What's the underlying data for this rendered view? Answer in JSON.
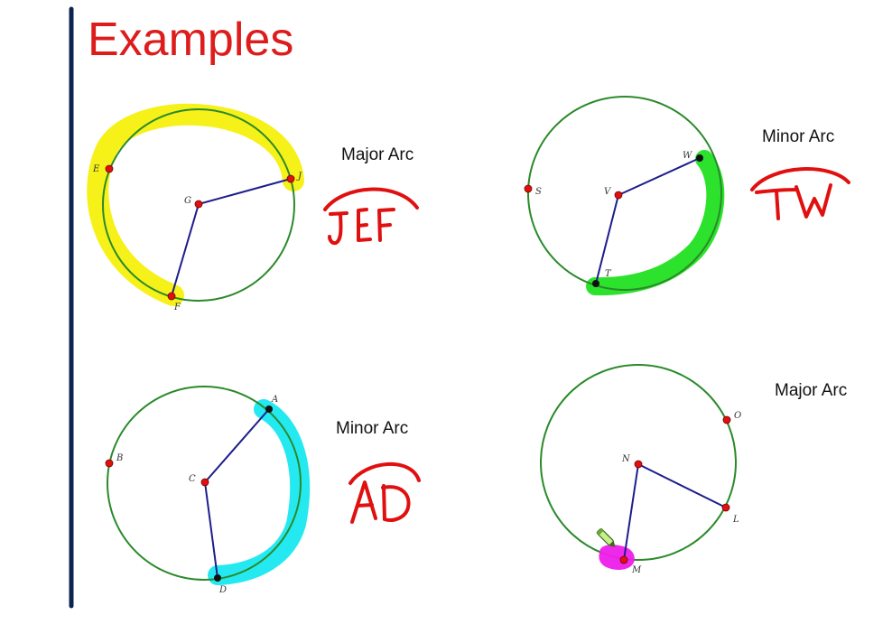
{
  "title": "Examples",
  "examples": [
    {
      "caption": "Major Arc",
      "answer": "JEF",
      "points": {
        "E": "E",
        "J": "J",
        "G": "G",
        "F": "F"
      }
    },
    {
      "caption": "Minor Arc",
      "answer": "TW",
      "points": {
        "S": "S",
        "V": "V",
        "W": "W",
        "T": "T"
      }
    },
    {
      "caption": "Minor Arc",
      "answer": "AD",
      "points": {
        "A": "A",
        "B": "B",
        "C": "C",
        "D": "D"
      }
    },
    {
      "caption": "Major Arc",
      "points": {
        "N": "N",
        "O": "O",
        "L": "L",
        "M": "M"
      }
    }
  ],
  "colors": {
    "title": "#dd1c1c",
    "circle": "#2a8a2a",
    "radius": "#1d1d8c",
    "handwriting": "#e01010",
    "highlight_1": "#f5f000",
    "highlight_2": "#22e022",
    "highlight_3": "#19e8f0",
    "highlight_4": "#ee1eea",
    "divider": "#0d2352"
  }
}
